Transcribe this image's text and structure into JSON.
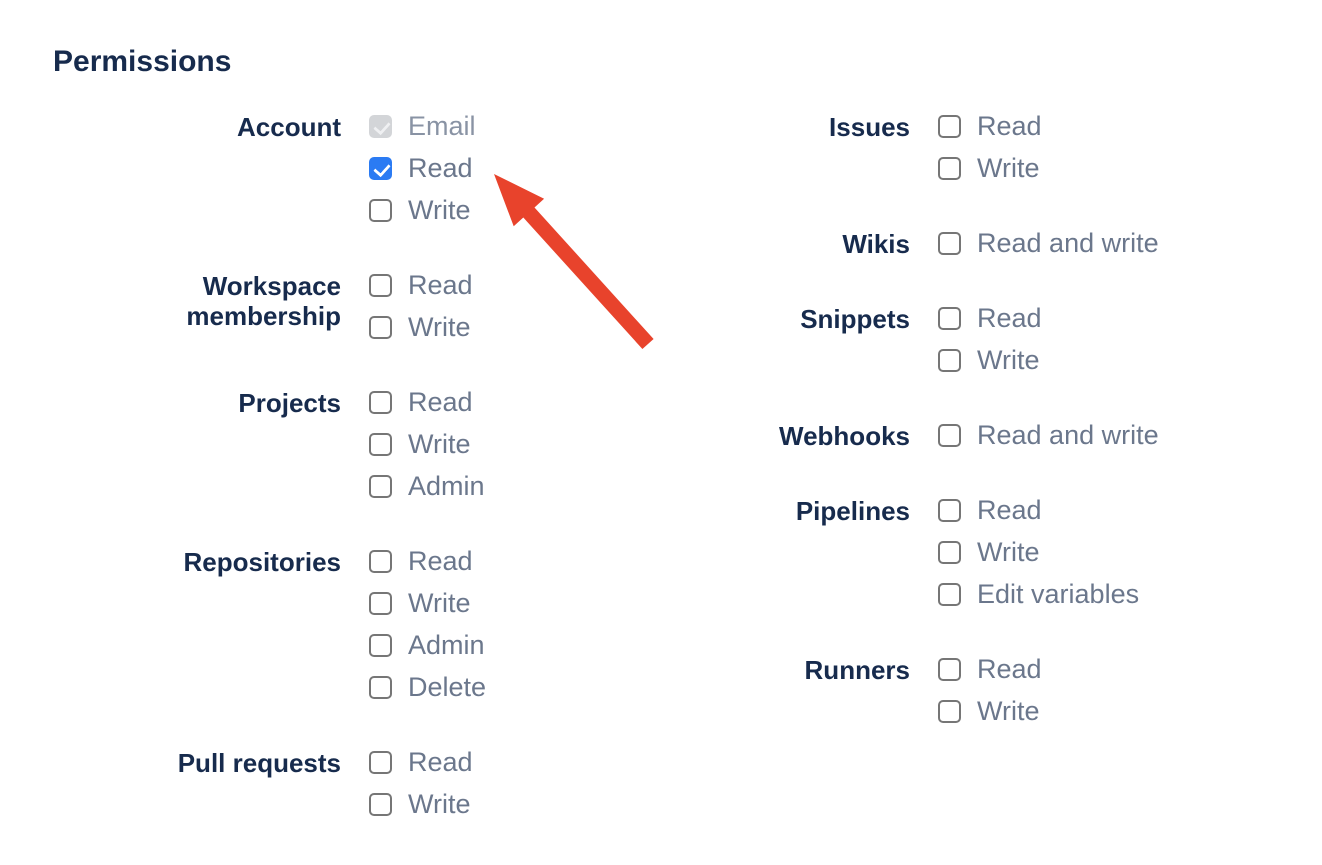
{
  "title": "Permissions",
  "colors": {
    "heading": "#172B4D",
    "group_label": "#172B4D",
    "option_label": "#6B778C",
    "option_label_disabled": "#8993A4",
    "checkbox_border": "#767676",
    "checkbox_checked": "#2B7BF3",
    "checkbox_check": "#FFFFFF",
    "checkbox_disabled_fill": "#D3D5D8",
    "checkbox_disabled_check": "#EFF0F2",
    "arrow": "#E8432C",
    "page_bg": "#FFFFFF"
  },
  "columns": [
    {
      "name": "left",
      "groups": [
        {
          "label": "Account",
          "options": [
            {
              "label": "Email",
              "state": "checked_disabled"
            },
            {
              "label": "Read",
              "state": "checked"
            },
            {
              "label": "Write",
              "state": "unchecked"
            }
          ]
        },
        {
          "label": "Workspace membership",
          "options": [
            {
              "label": "Read",
              "state": "unchecked"
            },
            {
              "label": "Write",
              "state": "unchecked"
            }
          ]
        },
        {
          "label": "Projects",
          "options": [
            {
              "label": "Read",
              "state": "unchecked"
            },
            {
              "label": "Write",
              "state": "unchecked"
            },
            {
              "label": "Admin",
              "state": "unchecked"
            }
          ]
        },
        {
          "label": "Repositories",
          "options": [
            {
              "label": "Read",
              "state": "unchecked"
            },
            {
              "label": "Write",
              "state": "unchecked"
            },
            {
              "label": "Admin",
              "state": "unchecked"
            },
            {
              "label": "Delete",
              "state": "unchecked"
            }
          ]
        },
        {
          "label": "Pull requests",
          "options": [
            {
              "label": "Read",
              "state": "unchecked"
            },
            {
              "label": "Write",
              "state": "unchecked"
            }
          ]
        }
      ]
    },
    {
      "name": "right",
      "groups": [
        {
          "label": "Issues",
          "options": [
            {
              "label": "Read",
              "state": "unchecked"
            },
            {
              "label": "Write",
              "state": "unchecked"
            }
          ]
        },
        {
          "label": "Wikis",
          "options": [
            {
              "label": "Read and write",
              "state": "unchecked"
            }
          ]
        },
        {
          "label": "Snippets",
          "options": [
            {
              "label": "Read",
              "state": "unchecked"
            },
            {
              "label": "Write",
              "state": "unchecked"
            }
          ]
        },
        {
          "label": "Webhooks",
          "options": [
            {
              "label": "Read and write",
              "state": "unchecked"
            }
          ]
        },
        {
          "label": "Pipelines",
          "options": [
            {
              "label": "Read",
              "state": "unchecked"
            },
            {
              "label": "Write",
              "state": "unchecked"
            },
            {
              "label": "Edit variables",
              "state": "unchecked"
            }
          ]
        },
        {
          "label": "Runners",
          "options": [
            {
              "label": "Read",
              "state": "unchecked"
            },
            {
              "label": "Write",
              "state": "unchecked"
            }
          ]
        }
      ]
    }
  ],
  "annotation": {
    "type": "arrow",
    "color": "#E8432C",
    "points_at": "Account Read checkbox"
  }
}
